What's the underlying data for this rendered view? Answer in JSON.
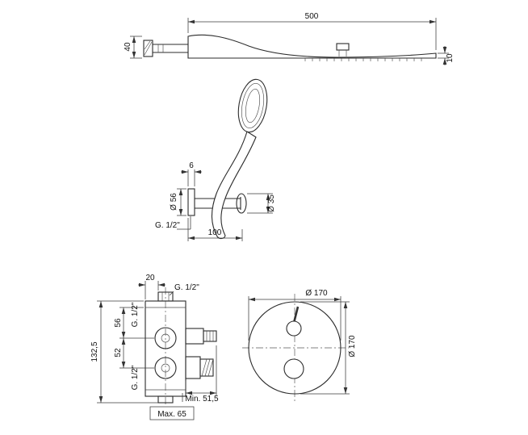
{
  "head": {
    "dim_width": "500",
    "dim_height": "40",
    "dim_thickness": "10"
  },
  "hand": {
    "dim_thickness": "6",
    "dim_flange": "Ø 56",
    "dim_holder": "Ø 35",
    "connection": "G. 1/2\"",
    "dim_reach": "100"
  },
  "valve": {
    "dim_offset": "20",
    "conn_top": "G. 1/2\"",
    "conn_left_upper": "G. 1/2\"",
    "conn_left_lower": "G. 1/2\"",
    "dim_port_upper": "56",
    "dim_port_lower": "52",
    "dim_height": "132,5",
    "dim_min": "Min. 51,5",
    "dim_max": "Max. 65"
  },
  "plate": {
    "dim_dia_h": "Ø 170",
    "dim_dia_v": "Ø 170"
  }
}
